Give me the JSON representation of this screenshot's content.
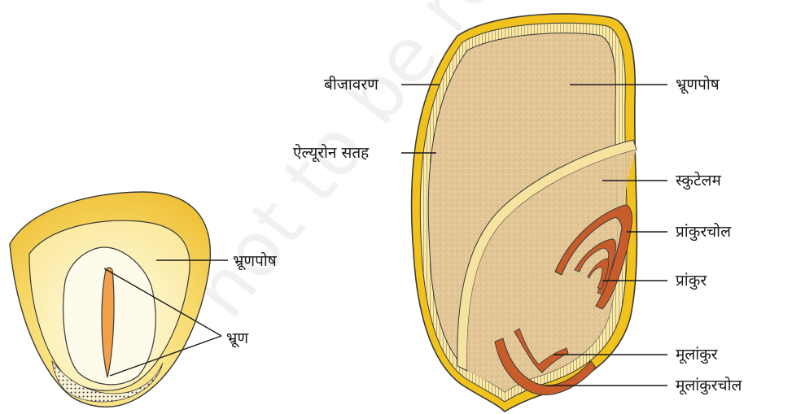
{
  "left_seed": {
    "label_endosperm": "भ्रूणपोष",
    "label_embryo": "भ्रूण"
  },
  "right_seed": {
    "label_seed_coat": "बीजावरण",
    "label_aleurone_layer": "ऐल्यूरोन सतह",
    "label_endosperm": "भ्रूणपोष",
    "label_scutellum": "स्कुटेलम",
    "label_coleoptile": "प्रांकुरचोल",
    "label_plumule": "प्रांकुर",
    "label_radicle": "मूलांकुर",
    "label_coleorhiza": "मूलांकुरचोल"
  },
  "watermark": "not to be republished",
  "colors": {
    "seed_coat": "#f2c21c",
    "endosperm": "#e6c998",
    "embryo": "#c85c2a",
    "left_outer": "#f5cf55",
    "left_inner": "#fdf6d8"
  }
}
